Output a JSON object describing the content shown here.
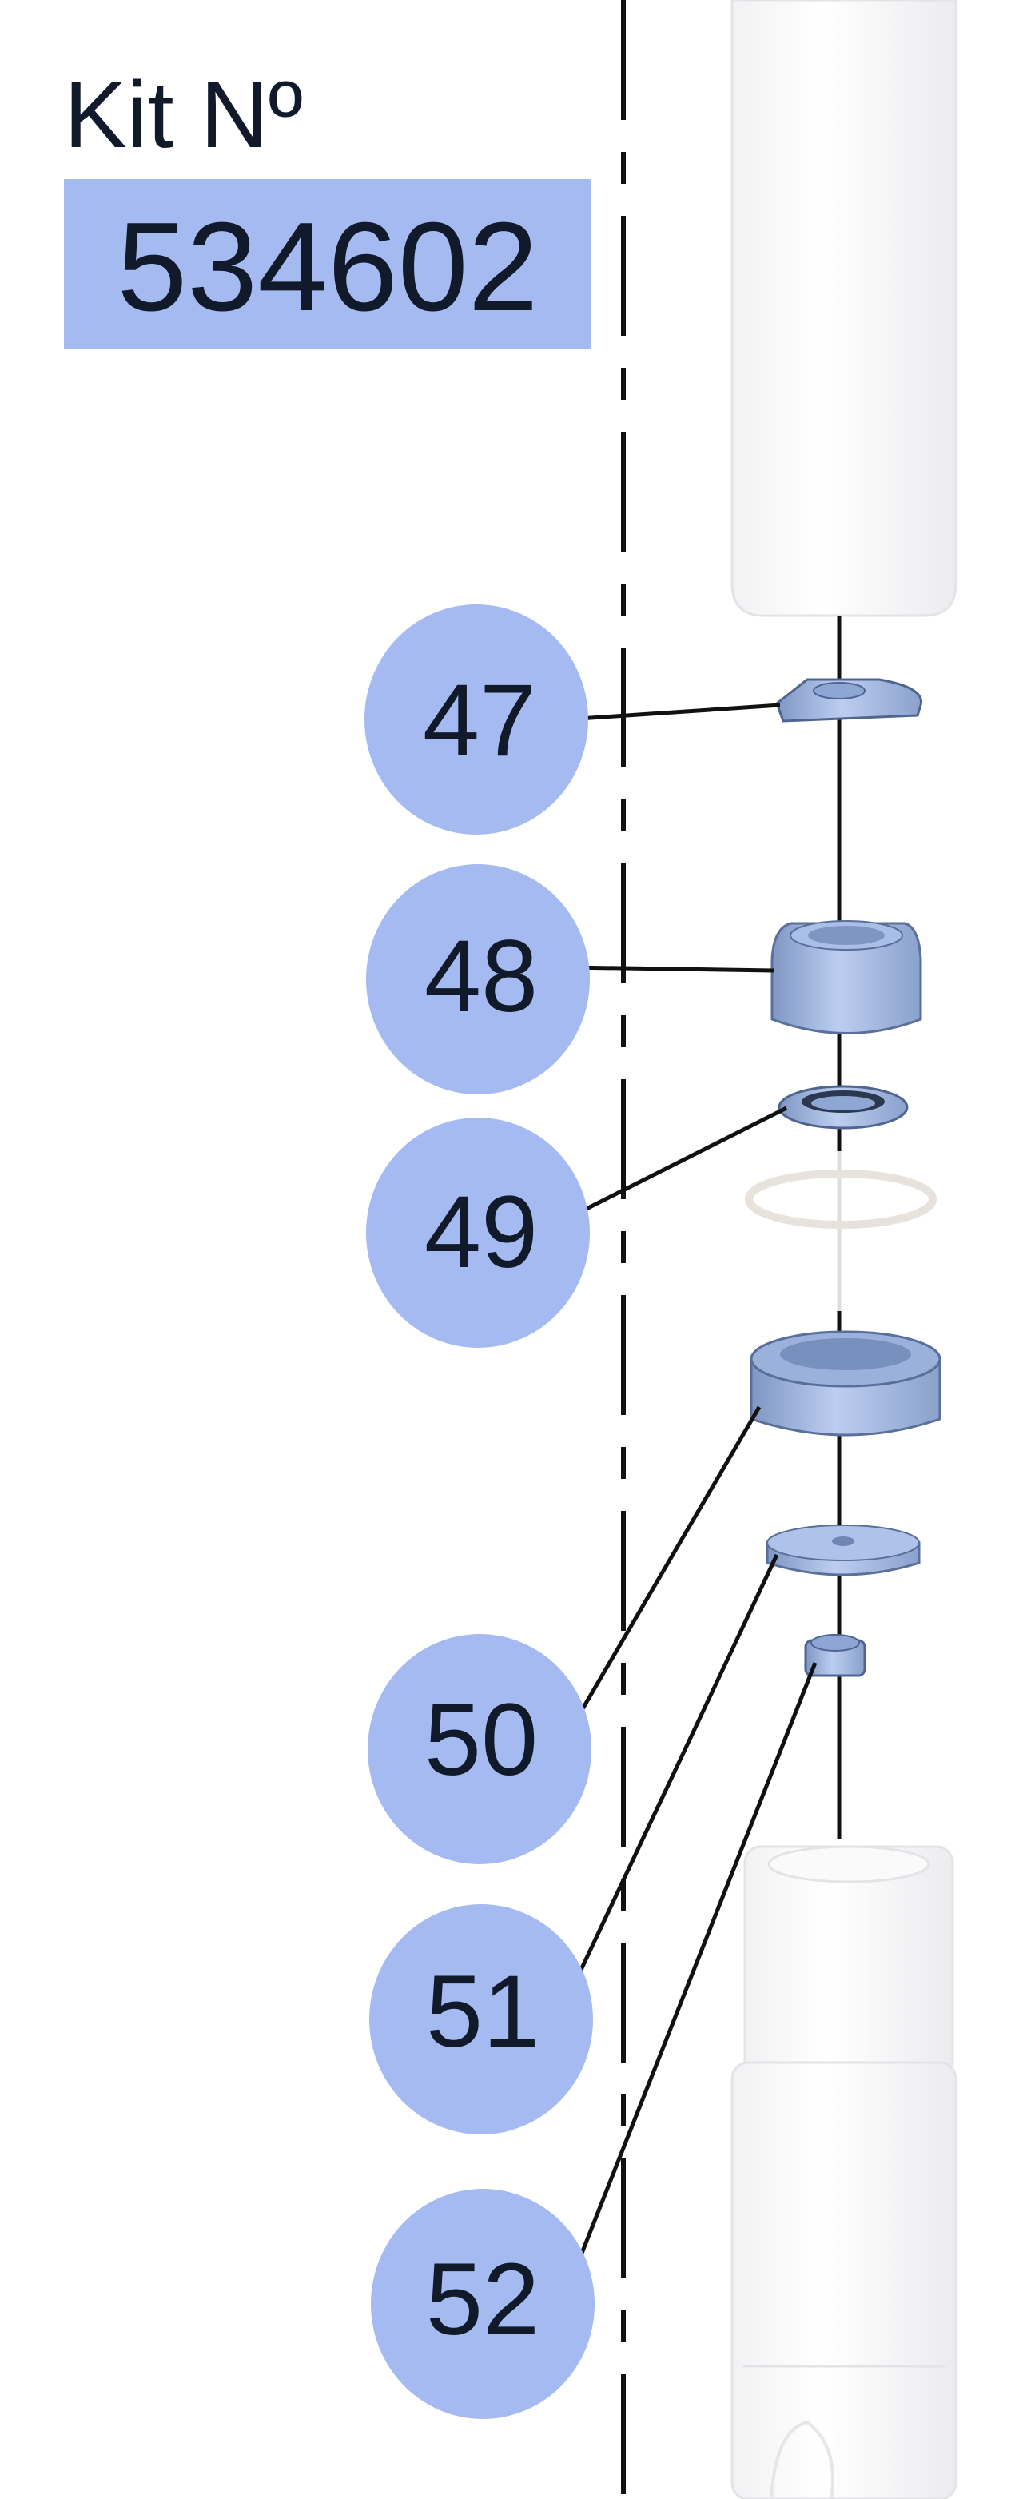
{
  "kit": {
    "label": "Kit Nº",
    "number": "534602"
  },
  "callouts": [
    {
      "number": "47"
    },
    {
      "number": "48"
    },
    {
      "number": "49"
    },
    {
      "number": "50"
    },
    {
      "number": "51"
    },
    {
      "number": "52"
    }
  ],
  "colors": {
    "bubble": "#a4baf0",
    "kit_box": "#a4baf0",
    "part": "#9fb6e0",
    "part_dark": "#6f86b4",
    "line": "#111111"
  }
}
